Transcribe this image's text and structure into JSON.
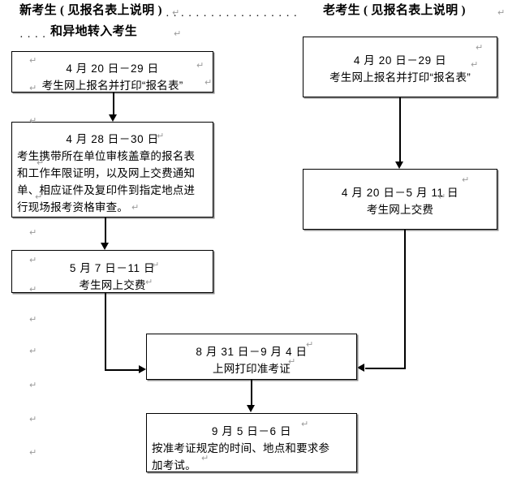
{
  "diagram": {
    "type": "flowchart",
    "title_left_line1": "新考生 ( 见报名表上说明 )",
    "title_left_line2": "和异地转入考生",
    "title_right": "老考生 ( 见报名表上说明 )",
    "leader_dots": "··················",
    "leader_dots_short": "····",
    "pilcrow_glyph": "↵"
  },
  "nodes": {
    "new_step1": {
      "date": "4 月 20 日－29 日",
      "body": "考生网上报名并打印“报名表”"
    },
    "new_step2": {
      "date": "4 月 28 日－30 日",
      "body_line1": "考生携带所在单位审核盖章的报名表",
      "body_line2": "和工作年限证明，以及网上交费通知",
      "body_line3": "单、相应证件及复印件到指定地点进",
      "body_line4": "行现场报考资格审查。"
    },
    "new_step3": {
      "date": "5 月 7 日－11 日",
      "body": "考生网上交费"
    },
    "old_step1": {
      "date": "4 月 20 日－29 日",
      "body": "考生网上报名并打印“报名表”"
    },
    "old_step2": {
      "date": "4 月 20 日－5 月 11 日",
      "body": "考生网上交费"
    },
    "print_ticket": {
      "date": "8 月 31 日－9 月 4 日",
      "body": "上网打印准考证"
    },
    "take_exam": {
      "date": "9 月 5 日－6 日",
      "body_line1": "按准考证规定的时间、地点和要求参",
      "body_line2": "加考试。"
    }
  },
  "colors": {
    "border": "#000000",
    "background": "#ffffff",
    "shadow": "#8a8a8a",
    "pilcrow": "#9a9a9a"
  }
}
